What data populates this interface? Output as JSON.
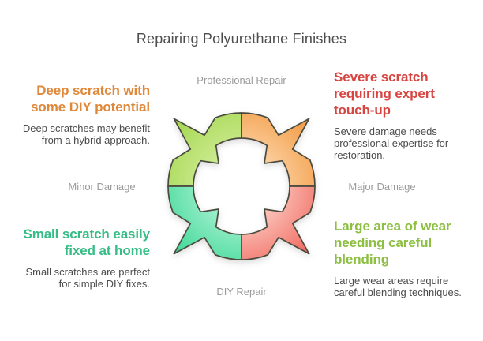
{
  "title": "Repairing Polyurethane Finishes",
  "cycle_labels": {
    "top": "Professional Repair",
    "left": "Minor Damage",
    "right": "Major Damage",
    "bottom": "DIY Repair"
  },
  "text_blocks": {
    "top_left": {
      "heading": "Deep scratch with some DIY potential",
      "heading_color": "#e0883a",
      "body": "Deep scratches may benefit from a hybrid approach."
    },
    "top_right": {
      "heading": "Severe scratch requiring expert touch-up",
      "heading_color": "#d74541",
      "body": "Severe damage needs professional expertise for restoration."
    },
    "bottom_left": {
      "heading": "Small scratch easily fixed at home",
      "heading_color": "#35bd85",
      "body": "Small scratches are perfect for simple DIY fixes."
    },
    "bottom_right": {
      "heading": "Large area of wear needing careful blending",
      "heading_color": "#8cbf42",
      "body": "Large wear areas require careful blending techniques."
    }
  },
  "cycle": {
    "stroke_color": "#4b4a3e",
    "segments": [
      {
        "name": "top-left",
        "color_inner": "#cdeb92",
        "color_outer": "#a3d64e"
      },
      {
        "name": "top-right",
        "color_inner": "#fbd0a0",
        "color_outer": "#f2983f"
      },
      {
        "name": "bottom-right",
        "color_inner": "#fbc4bb",
        "color_outer": "#f0655b"
      },
      {
        "name": "bottom-left",
        "color_inner": "#9fefcd",
        "color_outer": "#3bd794"
      }
    ]
  },
  "text_colors": {
    "title": "#4d4d4d",
    "labels": "#9b9b9b",
    "body": "#4b4b4b"
  }
}
